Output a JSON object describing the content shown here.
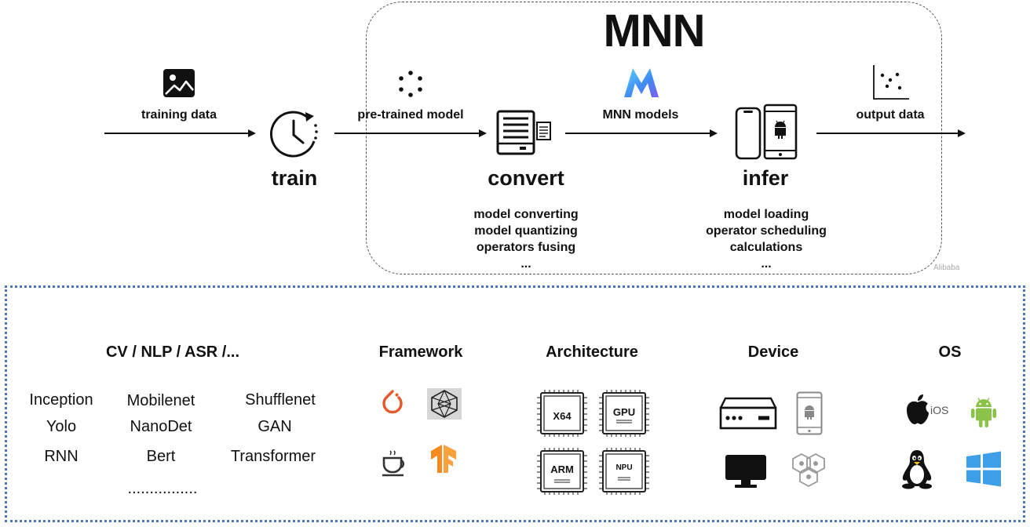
{
  "title": "MNN",
  "watermark": "Alibaba",
  "pipeline": {
    "training_data": "training data",
    "pretrained_model": "pre-trained model",
    "mnn_models": "MNN models",
    "output_data": "output data",
    "train": "train",
    "convert": "convert",
    "infer": "infer",
    "convert_desc": [
      "model converting",
      "model quantizing",
      "operators fusing",
      "..."
    ],
    "infer_desc": [
      "model loading",
      "operator scheduling",
      "calculations",
      "..."
    ]
  },
  "support": {
    "models_head": "CV / NLP / ASR /...",
    "framework_head": "Framework",
    "architecture_head": "Architecture",
    "device_head": "Device",
    "os_head": "OS",
    "models": [
      "Inception",
      "Mobilenet",
      "Shufflenet",
      "Yolo",
      "NanoDet",
      "GAN",
      "RNN",
      "Bert",
      "Transformer",
      "................"
    ],
    "chips": [
      "X64",
      "GPU",
      "ARM",
      "NPU"
    ],
    "ios_label": "iOS"
  },
  "icons": [
    "image-icon",
    "ring-dots-icon",
    "mnn-logo-icon",
    "scatter-plot-icon",
    "clock-icon",
    "server-icon",
    "phone-android-icon",
    "pytorch-icon",
    "caffe-icon",
    "tensorflow-icon",
    "onnx-icon",
    "router-icon",
    "monitor-icon",
    "iot-hex-icon",
    "apple-icon",
    "android-icon",
    "linux-icon",
    "windows-icon"
  ],
  "colors": {
    "dotted_border": "#4a78b5",
    "pytorch": "#e4582b",
    "tensorflow": "#f68a1e",
    "android": "#8bc34a",
    "windows": "#3c9fe8",
    "mnn_logo_a": "#3fa9f5",
    "mnn_logo_b": "#7b5cf0"
  }
}
